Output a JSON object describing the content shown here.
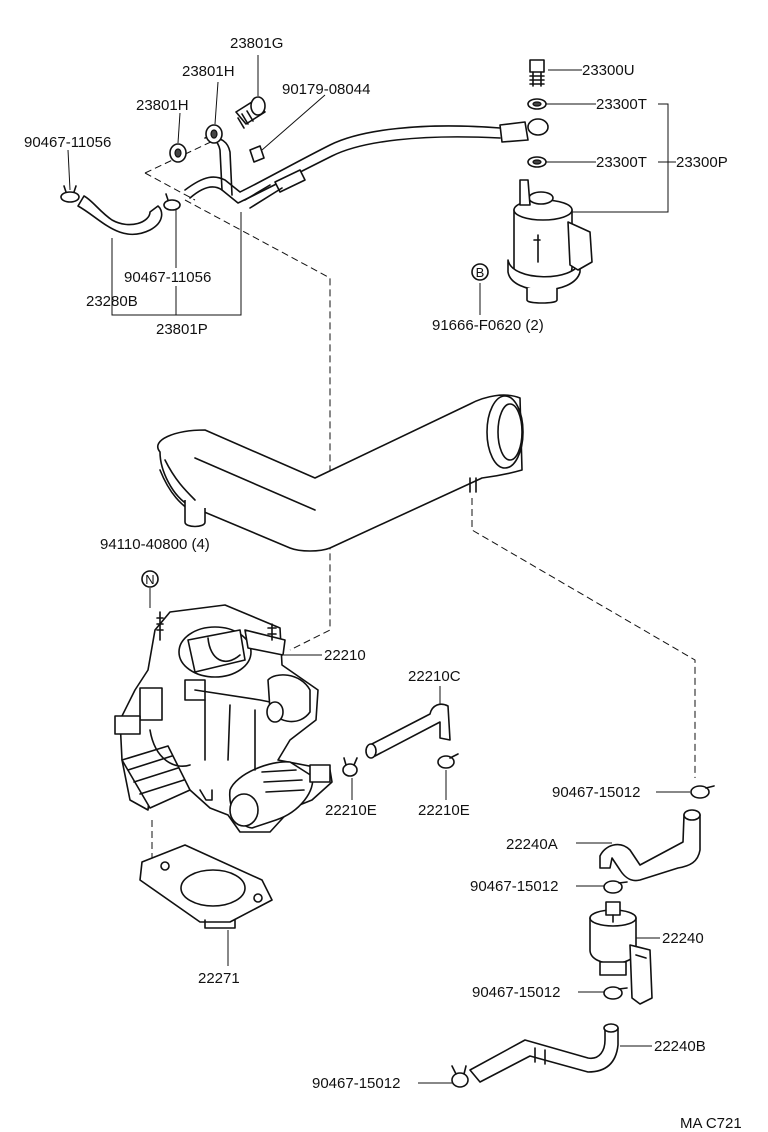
{
  "diagram": {
    "code": "MA C721",
    "parts": {
      "p23801G": "23801G",
      "p23801H_a": "23801H",
      "p23801H_b": "23801H",
      "p90179": "90179-08044",
      "p90467_11056_a": "90467-11056",
      "p90467_11056_b": "90467-11056",
      "p23280B": "23280B",
      "p23801P": "23801P",
      "p23300U": "23300U",
      "p23300T_a": "23300T",
      "p23300T_b": "23300T",
      "p23300P": "23300P",
      "p91666": "91666-F0620 (2)",
      "p94110": "94110-40800 (4)",
      "p22210": "22210",
      "p22210C": "22210C",
      "p22210E_a": "22210E",
      "p22210E_b": "22210E",
      "p22271": "22271",
      "p90467_15012_a": "90467-15012",
      "p22240A": "22240A",
      "p90467_15012_b": "90467-15012",
      "p22240": "22240",
      "p90467_15012_c": "90467-15012",
      "p22240B": "22240B",
      "p90467_15012_d": "90467-15012"
    },
    "markers": {
      "b": "B",
      "n": "N"
    }
  }
}
